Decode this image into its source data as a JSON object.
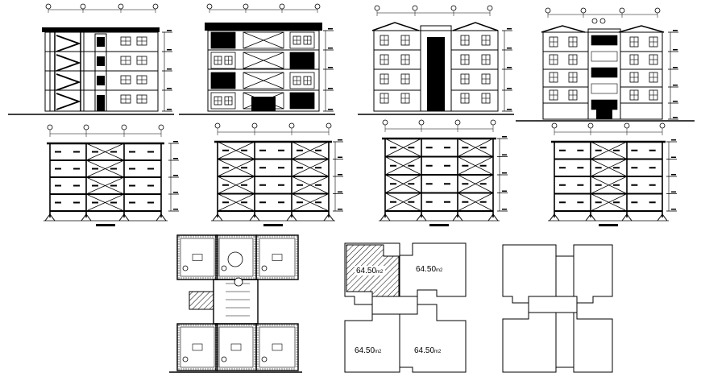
{
  "colors": {
    "ink": "#000000",
    "paper": "#ffffff",
    "grid_line": "#333333"
  },
  "plans": {
    "unit_areas": [
      "64.50",
      "64.50",
      "64.50",
      "64.50"
    ],
    "unit_suffix": "m2",
    "hatched_unit": 0
  },
  "icons": [
    "axis-bubble",
    "level-marker",
    "cross-brace",
    "hatch-pattern"
  ]
}
